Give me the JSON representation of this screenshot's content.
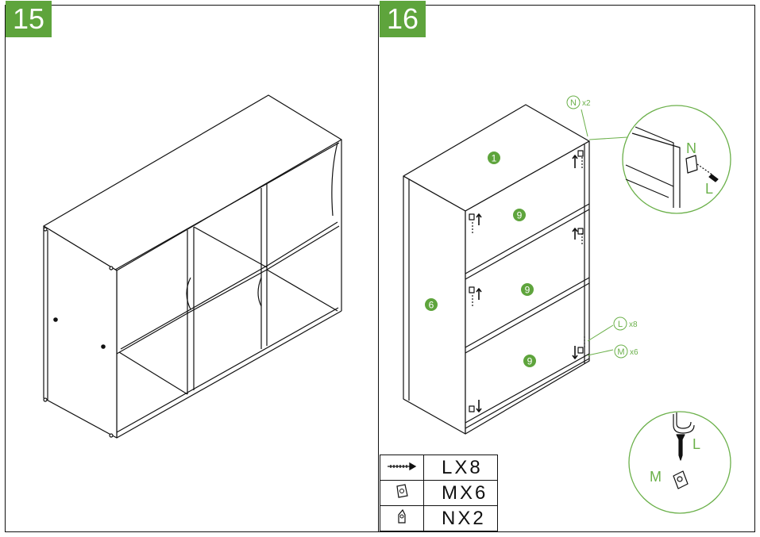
{
  "steps": [
    {
      "number": "15"
    },
    {
      "number": "16"
    }
  ],
  "panel_labels": {
    "top": "1",
    "side": "6",
    "shelf_a": "9",
    "shelf_b": "9",
    "shelf_c": "9"
  },
  "callouts": {
    "n_circle": "N",
    "n_qty": "x2",
    "l_circle": "L",
    "l_qty": "x8",
    "m_circle": "M",
    "m_qty": "x6"
  },
  "detail_top": {
    "n": "N",
    "l": "L"
  },
  "detail_bottom": {
    "l": "L",
    "m": "M"
  },
  "parts": [
    {
      "label": "LX8",
      "icon": "screw-icon"
    },
    {
      "label": "MX6",
      "icon": "bracket-icon"
    },
    {
      "label": "NX2",
      "icon": "clip-icon"
    }
  ],
  "colors": {
    "accent": "#5ea43c",
    "line": "#111111",
    "callout": "#6bb04a"
  }
}
